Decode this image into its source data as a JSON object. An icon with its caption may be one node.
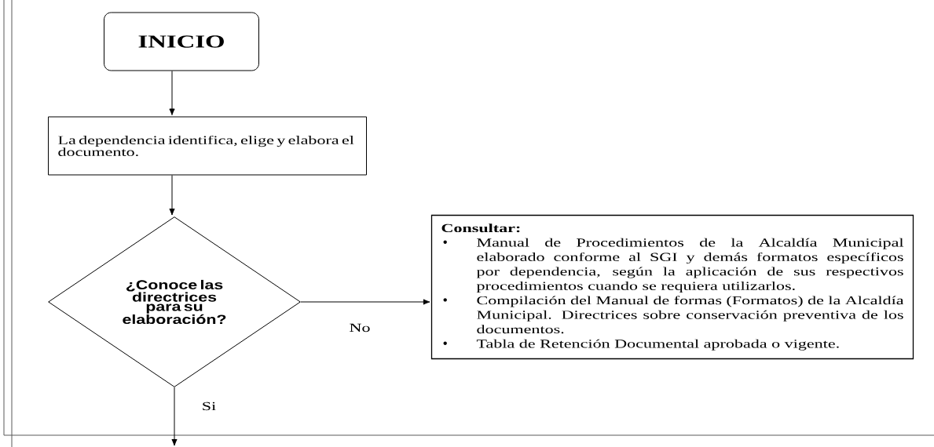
{
  "diagram": {
    "nodes": [
      {
        "text": [
          "INICIO"
        ]
      },
      {
        "text": [
          "La dependencia identifica, elige y elabora el documento."
        ]
      },
      {
        "text": [
          "¿Conoce las directrices para su elaboración?"
        ]
      },
      {
        "text": [
          "Consultar:",
          "Manual de Procedimientos de la Alcaldía Municipal elaborado conforme al SGI y demás formatos específicos por dependencia, según la aplicación de sus respectivos procedimientos cuando se requiera utilizarlos.",
          "Compilación del Manual de formas (Formatos) de la Alcaldía Municipal. Directrices sobre conservación preventiva de los documentos.",
          "Tabla de Retención Documental aprobada o vigente."
        ]
      }
    ],
    "edges": [
      {
        "from": 0,
        "to": 1,
        "arrow": "to"
      },
      {
        "from": 1,
        "to": 2,
        "arrow": "to"
      },
      {
        "from": 2,
        "to": 3,
        "arrow": "to",
        "label": "No"
      },
      {
        "from": 2,
        "to": null,
        "arrow": "to",
        "label": "Si"
      }
    ]
  }
}
